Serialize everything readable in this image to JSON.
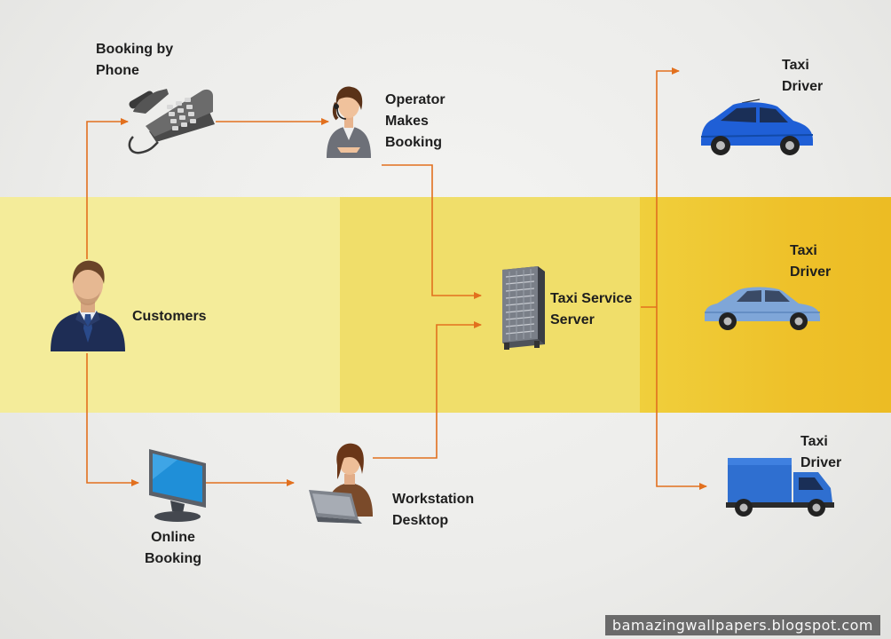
{
  "nodes": {
    "booking_by_phone": "Booking by\nPhone",
    "operator": "Operator\nMakes\nBooking",
    "customers": "Customers",
    "taxi_server": "Taxi Service\nServer",
    "online_booking": "Online\nBooking",
    "workstation": "Workstation\nDesktop",
    "taxi_driver_1": "Taxi\nDriver",
    "taxi_driver_2": "Taxi\nDriver",
    "taxi_driver_3": "Taxi\nDriver"
  },
  "colors": {
    "arrow": "#e2701e",
    "band_light": "#f4ec9a",
    "band_mid": "#f0de6a",
    "band_dark": "#eec12a",
    "blue_car": "#1f5fd6",
    "sedan": "#7fa6d8",
    "van": "#2f6fd0"
  },
  "icons": [
    "telephone-icon",
    "operator-icon",
    "customer-icon",
    "server-icon",
    "monitor-icon",
    "workstation-person-icon",
    "hatchback-car-icon",
    "sedan-car-icon",
    "delivery-van-icon"
  ],
  "watermark": "bamazingwallpapers.blogspot.com"
}
